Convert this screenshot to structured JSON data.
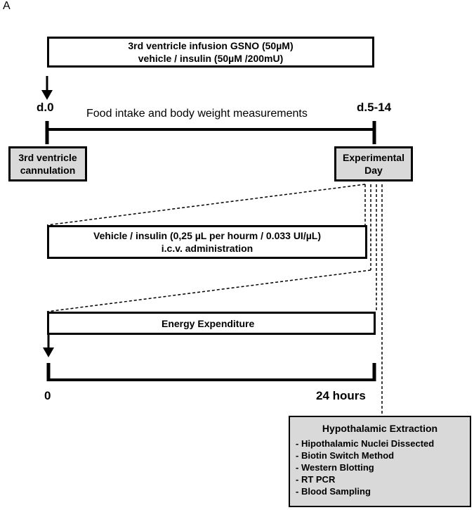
{
  "panel_label": "A",
  "top_box": {
    "line1": "3rd ventricle infusion GSNO (50µM)",
    "line2": "vehicle / insulin (50µM /200mU)"
  },
  "timeline1": {
    "start_label": "d.0",
    "end_label": "d.5-14",
    "middle_label": "Food intake and body weight measurements"
  },
  "cannulation_box": {
    "line1": "3rd ventricle",
    "line2": "cannulation"
  },
  "experimental_box": {
    "line1": "Experimental",
    "line2": "Day"
  },
  "vehicle_box": {
    "line1": "Vehicle / insulin (0,25 µL per hourm / 0.033 UI/µL)",
    "line2": "i.c.v. administration"
  },
  "energy_box": {
    "label": "Energy Expenditure"
  },
  "timeline2": {
    "start_label": "0",
    "end_label": "24 hours"
  },
  "extraction_box": {
    "title": "Hypothalamic Extraction",
    "items": [
      "- Hipothalamic Nuclei Dissected",
      "- Biotin Switch Method",
      "- Western Blotting",
      "- RT PCR",
      "- Blood Sampling"
    ]
  }
}
